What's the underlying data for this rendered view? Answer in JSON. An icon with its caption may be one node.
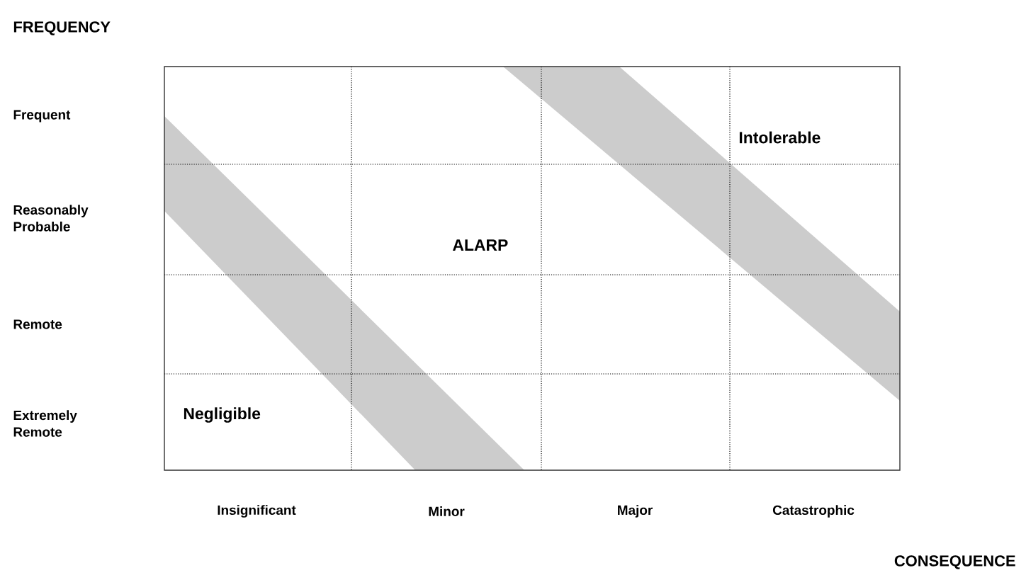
{
  "diagram": {
    "labels": [
      "FREQUENCY",
      "Frequent",
      "Intolerable",
      "Reasonably Probable",
      "ALARP",
      "Remote",
      "Extremely Remote",
      "Negligible",
      "Insignificant",
      "Minor",
      "Major",
      "Catastrophic",
      "CONSEQUENCE"
    ]
  }
}
